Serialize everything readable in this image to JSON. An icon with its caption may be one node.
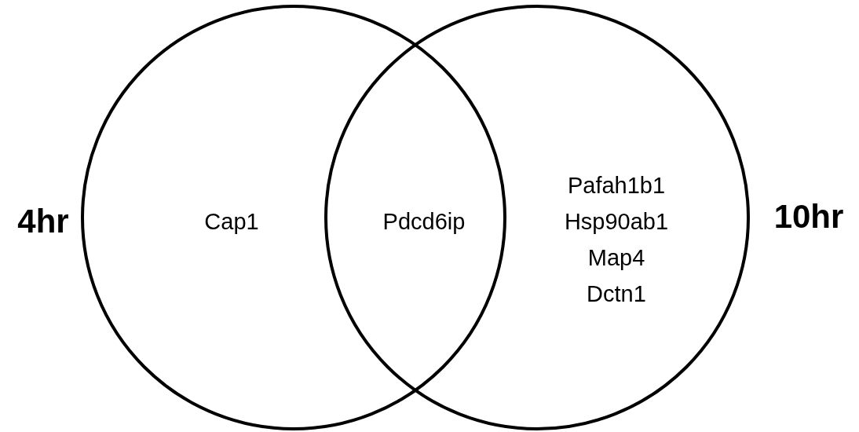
{
  "diagram": {
    "nodes": [
      {
        "text": [
          "4hr",
          "Cap1"
        ]
      },
      {
        "text": [
          "10hr",
          "Pafah1b1",
          "Hsp90ab1",
          "Map4",
          "Dctn1"
        ]
      }
    ],
    "labels": [
      "Pdcd6ip"
    ]
  }
}
